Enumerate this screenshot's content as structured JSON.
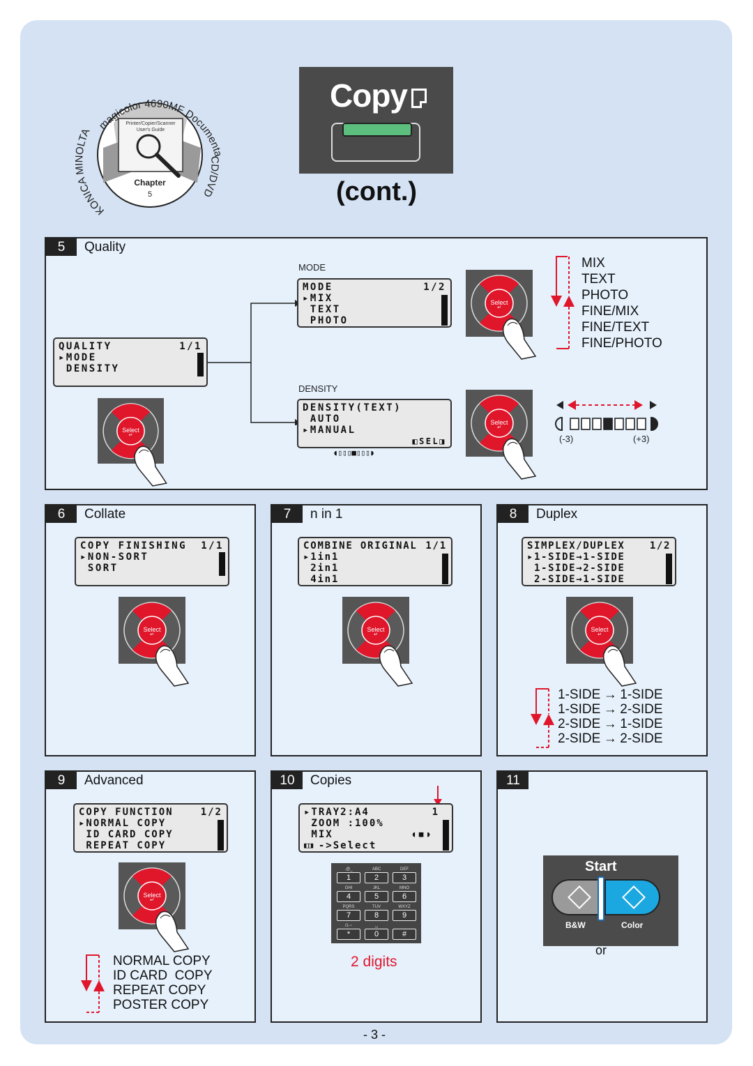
{
  "book": {
    "arc_top": "magicolor 4690MF Documentation",
    "arc_left": "KONICA MINOLTA",
    "arc_right": "CD/DVD",
    "guide_line1": "Printer/Copier/Scanner",
    "guide_line2": "User's Guide",
    "chapter_label": "Chapter",
    "chapter_num": "5"
  },
  "header": {
    "copy_label": "Copy",
    "cont_label": "(cont.)",
    "led_color": "#5cbf7e"
  },
  "select_label": "Select",
  "steps": {
    "s5": {
      "num": "5",
      "title": "Quality",
      "quality_lcd": {
        "r1": "QUALITY",
        "r1r": "1/1",
        "r2": "▸MODE",
        "r3": " DENSITY"
      },
      "mode_label": "MODE",
      "mode_lcd": {
        "r1": "MODE",
        "r1r": "1/2",
        "r2": "▸MIX",
        "r3": " TEXT",
        "r4": " PHOTO"
      },
      "mode_options": [
        "MIX",
        "TEXT",
        "PHOTO",
        "FINE/MIX",
        "FINE/TEXT",
        "FINE/PHOTO"
      ],
      "density_label": "DENSITY",
      "density_lcd": {
        "r1": "DENSITY(TEXT)",
        "r2": " AUTO",
        "r3": "▸MANUAL",
        "r4r": "SEL"
      },
      "density_min": "(-3)",
      "density_max": "(+3)",
      "density_level": 0
    },
    "s6": {
      "num": "6",
      "title": "Collate",
      "lcd": {
        "r1": "COPY FINISHING",
        "r1r": "1/1",
        "r2": "▸NON-SORT",
        "r3": " SORT"
      }
    },
    "s7": {
      "num": "7",
      "title": "n in 1",
      "lcd": {
        "r1": "COMBINE ORIGINAL",
        "r1r": "1/1",
        "r2": "▸1in1",
        "r3": " 2in1",
        "r4": " 4in1"
      }
    },
    "s8": {
      "num": "8",
      "title": "Duplex",
      "lcd": {
        "r1": "SIMPLEX/DUPLEX",
        "r1r": "1/2",
        "r2": "▸1-SIDE→1-SIDE",
        "r3": " 1-SIDE→2-SIDE",
        "r4": " 2-SIDE→1-SIDE"
      },
      "options": [
        {
          "from": "1-SIDE",
          "to": "1-SIDE"
        },
        {
          "from": "1-SIDE",
          "to": "2-SIDE"
        },
        {
          "from": "2-SIDE",
          "to": "1-SIDE"
        },
        {
          "from": "2-SIDE",
          "to": "2-SIDE"
        }
      ]
    },
    "s9": {
      "num": "9",
      "title": "Advanced",
      "lcd": {
        "r1": "COPY FUNCTION",
        "r1r": "1/2",
        "r2": "▸NORMAL COPY",
        "r3": " ID CARD COPY",
        "r4": " REPEAT COPY"
      },
      "options": [
        "NORMAL COPY",
        "ID CARD  COPY",
        "REPEAT COPY",
        "POSTER COPY"
      ]
    },
    "s10": {
      "num": "10",
      "title": "Copies",
      "lcd": {
        "r1": "▸TRAY2:A4",
        "r1r": "1",
        "r2": " ZOOM :100%",
        "r3": " MIX",
        "r4": "  ->Select"
      },
      "keys": [
        {
          "sub": ".@_",
          "num": "1"
        },
        {
          "sub": "ABC",
          "num": "2"
        },
        {
          "sub": "DEF",
          "num": "3"
        },
        {
          "sub": "GHI",
          "num": "4"
        },
        {
          "sub": "JKL",
          "num": "5"
        },
        {
          "sub": "MNO",
          "num": "6"
        },
        {
          "sub": "PQRS",
          "num": "7"
        },
        {
          "sub": "TUV",
          "num": "8"
        },
        {
          "sub": "WXYZ",
          "num": "9"
        },
        {
          "sub": "/1-~",
          "num": "*"
        },
        {
          "sub": "␣",
          "num": "0"
        },
        {
          "sub": "",
          "num": "#"
        }
      ],
      "digits_note": "2 digits",
      "accent": "#e0162b"
    },
    "s11": {
      "num": "11",
      "start_label": "Start",
      "bw_label": "B&W",
      "color_label": "Color",
      "or_label": "or"
    }
  },
  "page_number": "- 3 -"
}
